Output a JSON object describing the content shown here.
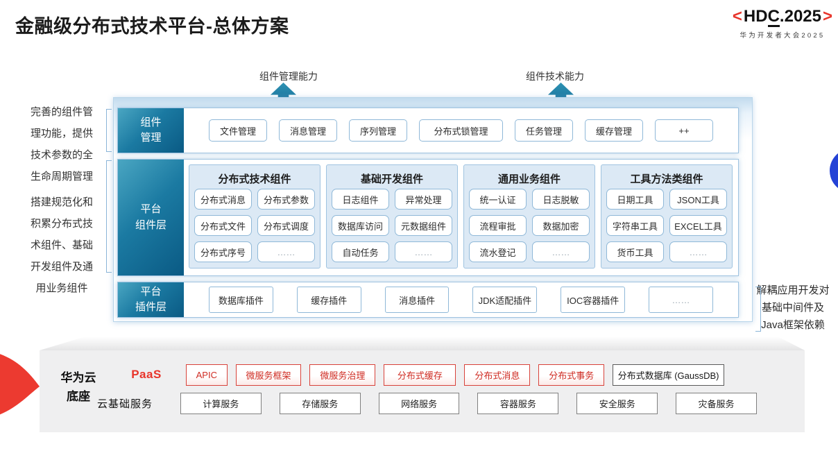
{
  "palette": {
    "red": "#e8352b",
    "blue-border": "#8fb8d8",
    "panel-border": "#9fc3e0",
    "col-bg": "#dce9f5",
    "gray-slab": "#efeff0",
    "circle-blue": "#2543d6"
  },
  "header": {
    "title": "金融级分布式技术平台-总体方案",
    "logo": {
      "open": "<",
      "hd": "HD",
      "c": "C",
      "rest": ".2025",
      "close": ">",
      "subtitle": "华为开发者大会2025"
    }
  },
  "arrows": {
    "management": "组件管理能力",
    "technical": "组件技术能力"
  },
  "annotations": {
    "left_top": "完善的组件管\n理功能，提供\n技术参数的全\n生命周期管理",
    "left_bottom": "搭建规范化和\n积累分布式技\n术组件、基础\n开发组件及通\n用业务组件",
    "right": "解耦应用开发对\n基础中间件及\nJava框架依赖"
  },
  "main": {
    "component_mgmt": {
      "label": "组件\n管理",
      "items": [
        "文件管理",
        "消息管理",
        "序列管理",
        "分布式锁管理",
        "任务管理",
        "缓存管理",
        "++"
      ]
    },
    "component_layer": {
      "label": "平台\n组件层",
      "columns": [
        {
          "title": "分布式技术组件",
          "items": [
            "分布式消息",
            "分布式参数",
            "分布式文件",
            "分布式调度",
            "分布式序号",
            "……"
          ]
        },
        {
          "title": "基础开发组件",
          "items": [
            "日志组件",
            "异常处理",
            "数据库访问",
            "元数据组件",
            "自动任务",
            "……"
          ]
        },
        {
          "title": "通用业务组件",
          "items": [
            "统一认证",
            "日志脱敏",
            "流程审批",
            "数据加密",
            "流水登记",
            "……"
          ]
        },
        {
          "title": "工具方法类组件",
          "items": [
            "日期工具",
            "JSON工具",
            "字符串工具",
            "EXCEL工具",
            "货币工具",
            "……"
          ]
        }
      ]
    },
    "plugin_layer": {
      "label": "平台\n插件层",
      "items": [
        "数据库插件",
        "缓存插件",
        "消息插件",
        "JDK适配插件",
        "IOC容器插件",
        "……"
      ]
    }
  },
  "foundation": {
    "label": "华为云\n底座",
    "paas": {
      "label": "PaaS",
      "items": [
        {
          "label": "APIC",
          "variant": "red"
        },
        {
          "label": "微服务框架",
          "variant": "red"
        },
        {
          "label": "微服务治理",
          "variant": "red"
        },
        {
          "label": "分布式缓存",
          "variant": "red"
        },
        {
          "label": "分布式消息",
          "variant": "red"
        },
        {
          "label": "分布式事务",
          "variant": "red"
        },
        {
          "label": "分布式数据库 (GaussDB)",
          "variant": "dark"
        }
      ]
    },
    "cloud": {
      "label": "云基础服务",
      "items": [
        "计算服务",
        "存储服务",
        "网络服务",
        "容器服务",
        "安全服务",
        "灾备服务"
      ]
    }
  }
}
